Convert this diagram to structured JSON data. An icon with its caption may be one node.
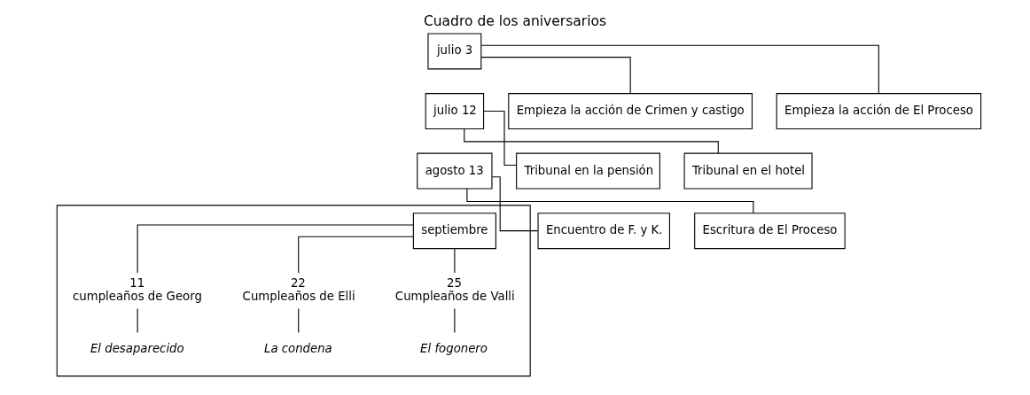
{
  "diagram": {
    "title": "Cuadro de los aniversarios",
    "nodes": [
      {
        "text": [
          "julio 3"
        ]
      },
      {
        "text": [
          "julio 12"
        ]
      },
      {
        "text": [
          "agosto 13"
        ]
      },
      {
        "text": [],
        "shape": "box"
      },
      {
        "text": [
          "septiembre"
        ],
        "in": 3
      },
      {
        "text": [
          "11",
          "cumpleaños de Georg"
        ],
        "in": 3
      },
      {
        "text": [
          "22",
          "Cumpleaños de Elli"
        ],
        "in": 3
      },
      {
        "text": [
          "25",
          "Cumpleaños de Valli"
        ],
        "in": 3
      },
      {
        "text": [
          "El desaparecido"
        ],
        "in": 3
      },
      {
        "text": [
          "La condena"
        ],
        "in": 3
      },
      {
        "text": [
          "El fogonero"
        ],
        "in": 3
      },
      {
        "text": [
          "Encuentro de F. y K."
        ]
      },
      {
        "text": [
          "Tribunal en la pensión"
        ]
      },
      {
        "text": [
          "Empieza la acción de Crimen y castigo"
        ]
      },
      {
        "text": [
          "Escritura de El Proceso"
        ]
      },
      {
        "text": [
          "Tribunal en el hotel"
        ]
      },
      {
        "text": [
          "Empieza la acción de El Proceso"
        ]
      }
    ],
    "edges": [
      {
        "from": 0,
        "to": 13,
        "arrow": "none"
      },
      {
        "from": 0,
        "to": 16,
        "arrow": "none"
      },
      {
        "from": 1,
        "to": 12,
        "arrow": "none"
      },
      {
        "from": 1,
        "to": 15,
        "arrow": "none"
      },
      {
        "from": 2,
        "to": 11,
        "arrow": "none"
      },
      {
        "from": 2,
        "to": 14,
        "arrow": "none"
      },
      {
        "from": 4,
        "to": 5,
        "arrow": "none"
      },
      {
        "from": 4,
        "to": 6,
        "arrow": "none"
      },
      {
        "from": 4,
        "to": 7,
        "arrow": "none"
      },
      {
        "from": 5,
        "to": 8,
        "arrow": "none"
      },
      {
        "from": 6,
        "to": 9,
        "arrow": "none"
      },
      {
        "from": 7,
        "to": 10,
        "arrow": "none"
      }
    ]
  }
}
